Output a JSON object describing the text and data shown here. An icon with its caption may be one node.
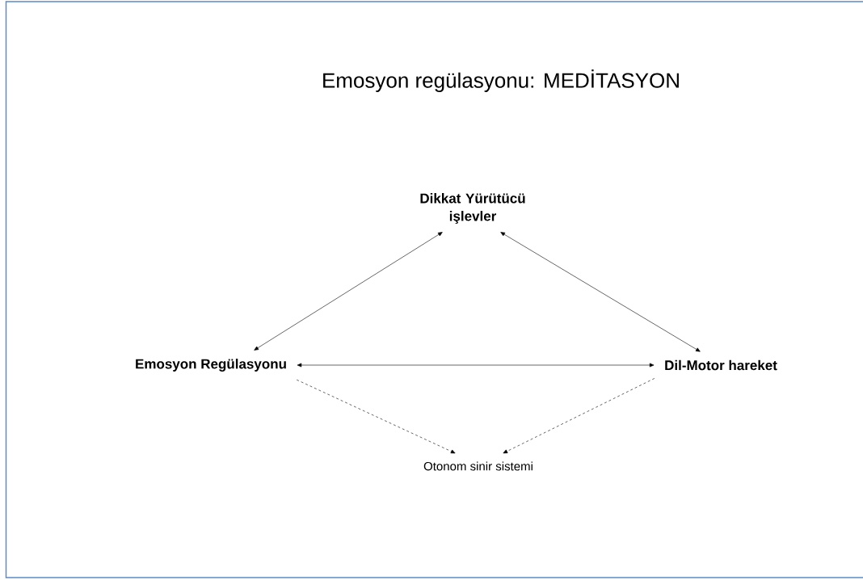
{
  "diagram": {
    "title": "Emosyon regülasyonu: MEDİTASYON",
    "nodes": [
      {
        "text": [
          "Dikkat Yürütücü işlevler"
        ]
      },
      {
        "text": [
          "Emosyon Regülasyonu"
        ]
      },
      {
        "text": [
          "Dil-Motor hareket"
        ]
      },
      {
        "text": [
          "Otonom sinir sistemi"
        ]
      }
    ],
    "edges": [
      {
        "from": 0,
        "to": 1,
        "arrow": "both"
      },
      {
        "from": 0,
        "to": 2,
        "arrow": "both"
      },
      {
        "from": 1,
        "to": 2,
        "arrow": "both"
      },
      {
        "from": 1,
        "to": 3,
        "arrow": "to",
        "style": "dashed"
      },
      {
        "from": 2,
        "to": 3,
        "arrow": "to",
        "style": "dashed"
      }
    ]
  }
}
